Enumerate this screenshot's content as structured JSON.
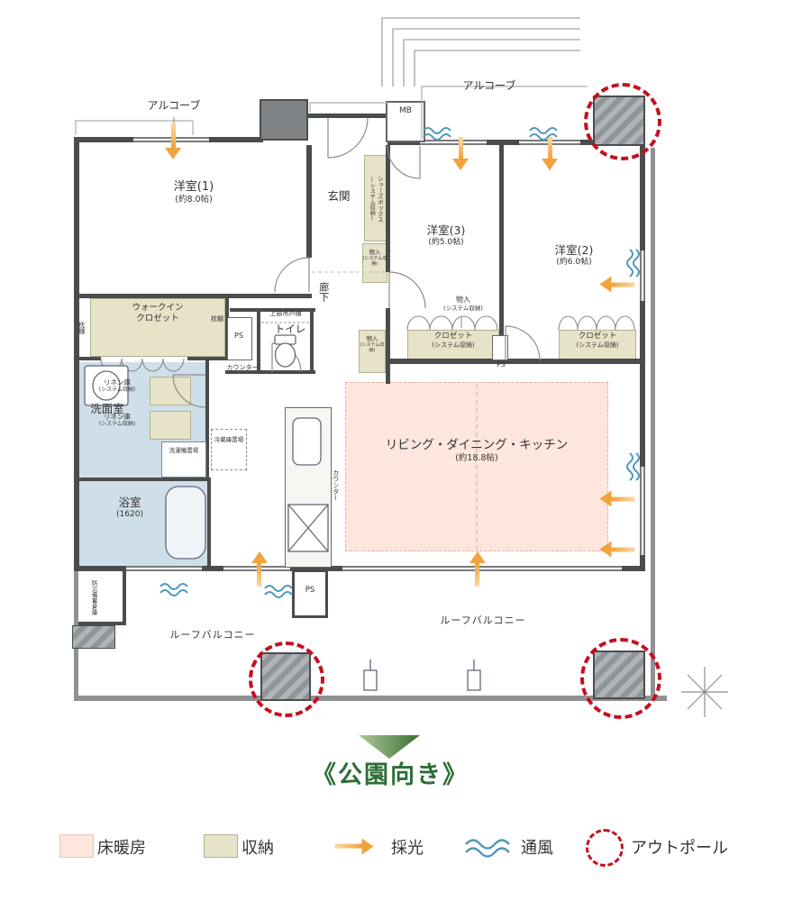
{
  "plan": {
    "alcove": "アルコーブ",
    "mb": "MB",
    "ps": "PS",
    "entrance": "玄関",
    "hallway": "廊下",
    "toilet": "トイレ",
    "washroom": "洗面室",
    "counter": "カウンター",
    "makuradana": "枕棚",
    "upper_cabinet": "上部吊戸棚",
    "washer": "洗濯機置場",
    "fridge": "冷蔵庫置場",
    "disaster": "防災備蓄倉庫",
    "roof_balcony": "ルーフバルコニー",
    "system_storage": "(システム収納)",
    "rooms": {
      "room1": {
        "name": "洋室(1)",
        "size": "(約8.0帖)"
      },
      "room2": {
        "name": "洋室(2)",
        "size": "(約6.0帖)"
      },
      "room3": {
        "name": "洋室(3)",
        "size": "(約5.0帖)"
      },
      "ldk": {
        "name": "リビング・ダイニング・キッチン",
        "size": "(約18.8帖)"
      },
      "bathroom": {
        "name": "浴室",
        "size": "(1620)"
      },
      "wic": {
        "line1": "ウォークイン",
        "line2": "クロゼット"
      }
    },
    "storage": {
      "closet": "クロゼット",
      "monoire": "物入",
      "linen": "リネン庫",
      "shoes": "シューズボックス"
    }
  },
  "direction": {
    "label": "《公園向き》"
  },
  "legend": {
    "floor_heating": "床暖房",
    "storage": "収納",
    "daylight": "採光",
    "ventilation": "通風",
    "outpole": "アウトポール"
  },
  "colors": {
    "floor_heating": "#fce6dd",
    "storage": "#e6e3c8",
    "wet_area": "#cfdfe9",
    "wall": "#4a4c4e",
    "daylight": "#f0a33c",
    "ventilation": "#4e96bd",
    "outpole": "#c3101f",
    "direction_text": "#2c6e35"
  }
}
